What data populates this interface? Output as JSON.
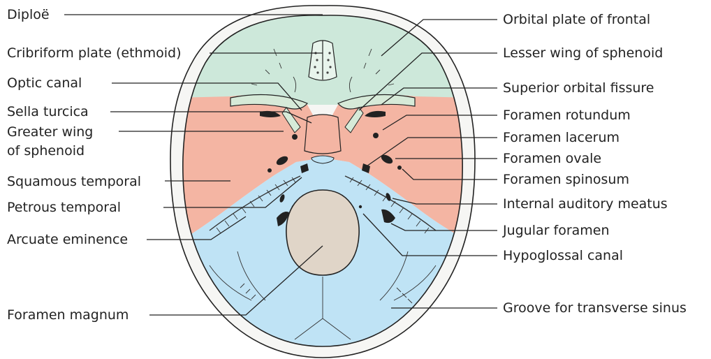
{
  "colors": {
    "anterior_fossa": "#cde8da",
    "middle_fossa": "#f4b5a3",
    "posterior_fossa": "#bfe3f5",
    "foramen_magnum": "#e0d5c8",
    "bone_rim": "#f6f6f4"
  },
  "labels_left": {
    "diploe": "Diploë",
    "cribriform_plate": "Cribriform plate (ethmoid)",
    "optic_canal": "Optic canal",
    "sella_turcica": "Sella turcica",
    "greater_wing_line1": "Greater wing",
    "greater_wing_line2": "of sphenoid",
    "squamous_temporal": "Squamous temporal",
    "petrous_temporal": "Petrous temporal",
    "arcuate_eminence": "Arcuate eminence",
    "foramen_magnum": "Foramen magnum"
  },
  "labels_right": {
    "orbital_plate": "Orbital plate of frontal",
    "lesser_wing": "Lesser wing of sphenoid",
    "superior_orbital_fissure": "Superior orbital fissure",
    "foramen_rotundum": "Foramen rotundum",
    "foramen_lacerum": "Foramen lacerum",
    "foramen_ovale": "Foramen ovale",
    "foramen_spinosum": "Foramen spinosum",
    "internal_auditory_meatus": "Internal auditory meatus",
    "jugular_foramen": "Jugular foramen",
    "hypoglossal_canal": "Hypoglossal canal",
    "groove_transverse_sinus": "Groove for transverse sinus"
  }
}
